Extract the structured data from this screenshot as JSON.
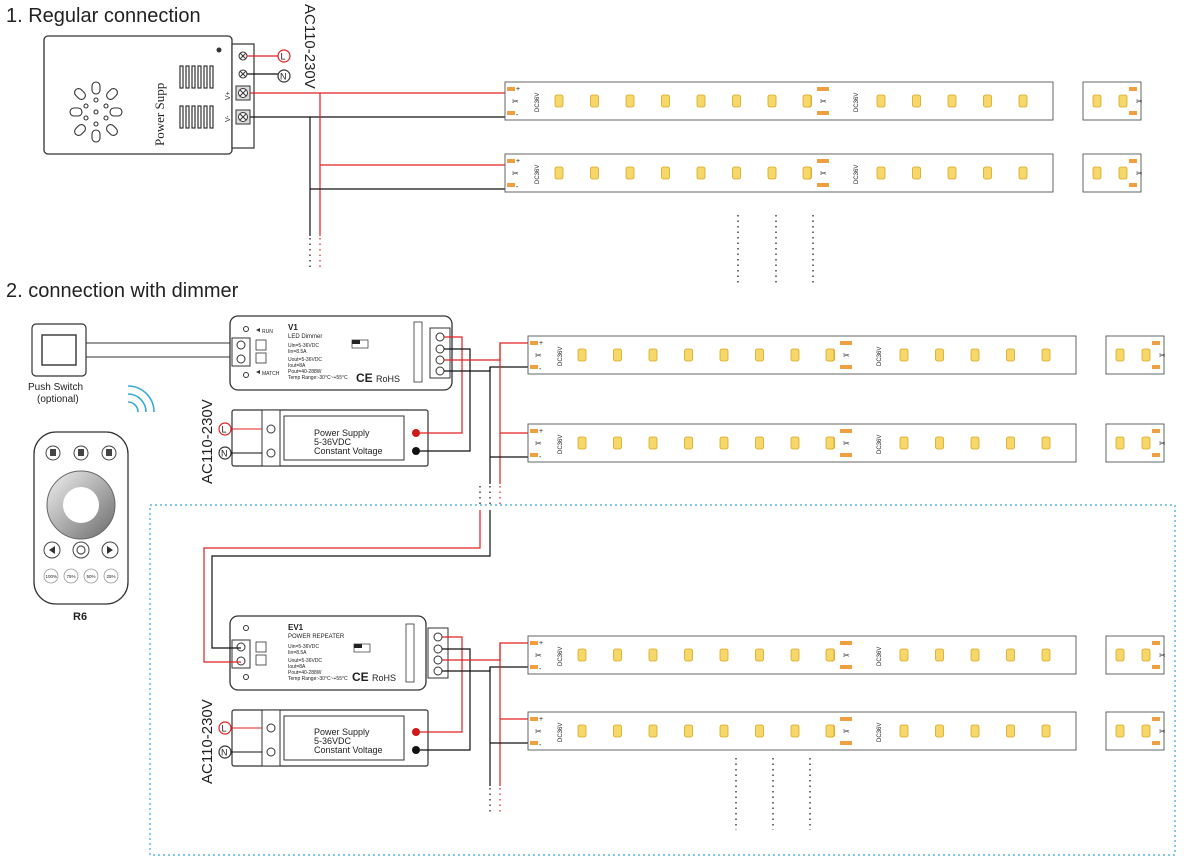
{
  "section1": {
    "title": "1. Regular connection",
    "ac_label": "AC110-230V",
    "psu_label": "Power Supp",
    "terminal_L": "L",
    "terminal_N": "N",
    "terminal_vplus": "V+",
    "terminal_vminus": "V-"
  },
  "section2": {
    "title": "2. connection with dimmer",
    "push_switch": "Push Switch",
    "push_switch_note": "(optional)",
    "remote_label": "R6",
    "remote_presets": [
      "100%",
      "75%",
      "50%",
      "25%"
    ],
    "ac_label": "AC110-230V",
    "terminal_L": "L",
    "terminal_N": "N"
  },
  "dimmer": {
    "model": "V1",
    "name": "LED Dimmer",
    "run": "RUN",
    "match": "MATCH",
    "specs": [
      "Uin=5-36VDC",
      "Iin=8.5A",
      "Uout=5-36VDC",
      "Iout=8A",
      "Pout=40-288W",
      "Temp Range:-30°C~+55°C"
    ],
    "ce": "CE",
    "rohs": "RoHS"
  },
  "repeater": {
    "model": "EV1",
    "name": "POWER REPEATER",
    "specs": [
      "Uin=5-36VDC",
      "Iin=8.5A",
      "Uout=5-36VDC",
      "Iout=8A",
      "Pout=40-288W",
      "Temp Range:-30°C~+55°C"
    ],
    "ce": "CE",
    "rohs": "RoHS"
  },
  "power_supply": {
    "line1": "Power Supply",
    "line2": "5-36VDC",
    "line3": "Constant Voltage"
  },
  "strip": {
    "voltage_label": "DC36V",
    "plus": "+",
    "minus": "-"
  },
  "colors": {
    "live_wire": "#e02020",
    "neutral_wire": "#111111",
    "led": "#f6d86a",
    "led_edge": "#d9a520",
    "pad": "#f0a040",
    "dotted_frame": "#39a7d8",
    "remote_label": "#1e8fc8"
  }
}
